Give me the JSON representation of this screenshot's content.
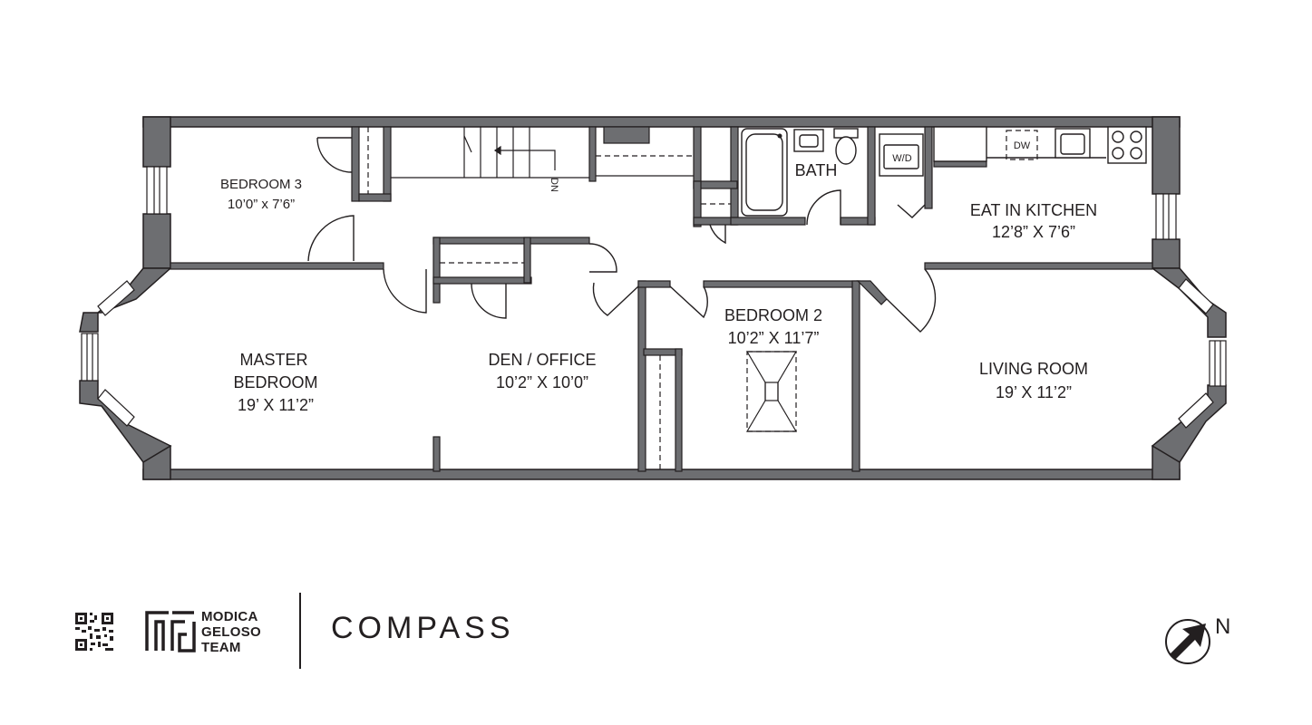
{
  "rooms": {
    "bedroom3": {
      "name": "BEDROOM 3",
      "size": "10’0” x 7’6”"
    },
    "master": {
      "name_line1": "MASTER",
      "name_line2": "BEDROOM",
      "size": "19’ X 11’2”"
    },
    "den": {
      "name": "DEN / OFFICE",
      "size": "10’2” X 10’0”"
    },
    "bedroom2": {
      "name": "BEDROOM 2",
      "size": "10’2” X 11’7”"
    },
    "bath": {
      "name": "BATH"
    },
    "kitchen": {
      "name": "EAT IN KITCHEN",
      "size": "12’8” X 7’6”"
    },
    "living": {
      "name": "LIVING ROOM",
      "size": "19’ X 11’2”"
    }
  },
  "fixtures": {
    "washer_dryer": "W/D",
    "dishwasher": "DW",
    "stairs": "DN"
  },
  "branding": {
    "team_line1": "MODICA",
    "team_line2": "GELOSO",
    "team_line3": "TEAM",
    "company": "COMPASS"
  },
  "north_label": "N",
  "colors": {
    "wall": "#6d6e71",
    "line": "#231f20",
    "background": "#ffffff"
  }
}
